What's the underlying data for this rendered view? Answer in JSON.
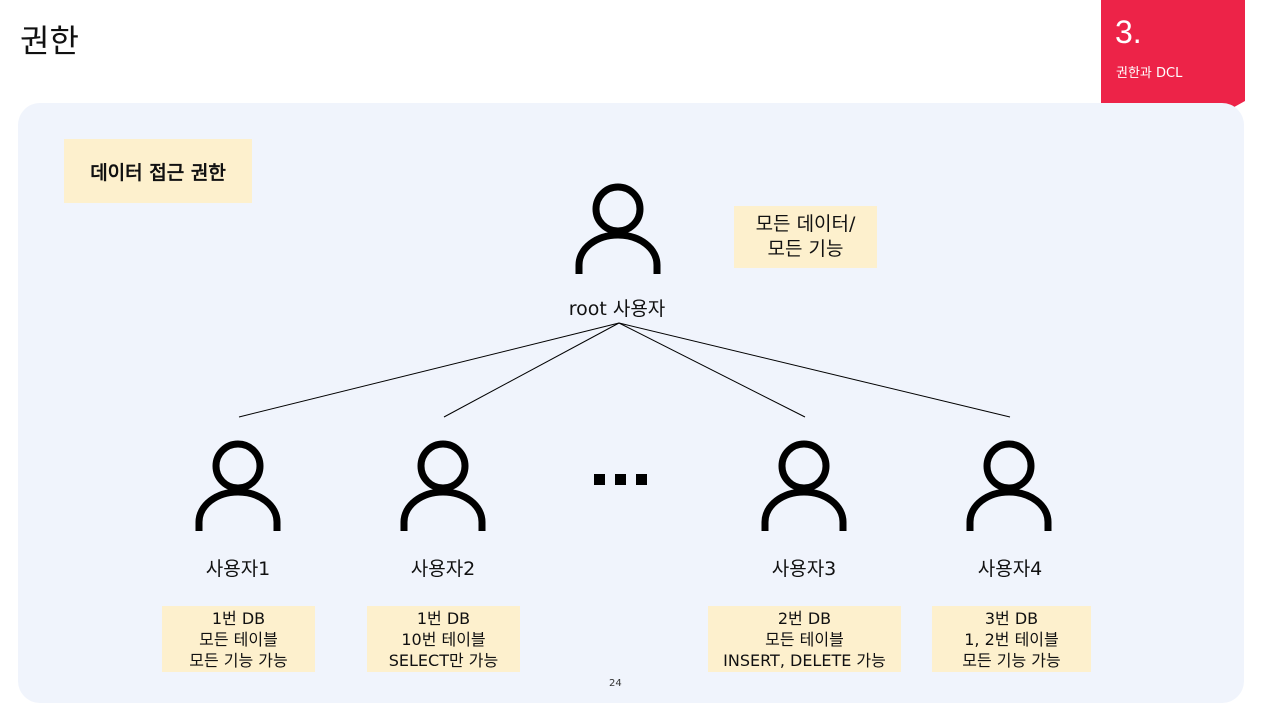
{
  "page": {
    "title": "권한",
    "page_number": "24"
  },
  "corner_badge": {
    "number": "3.",
    "subtitle": "권한과 DCL",
    "color": "#ed2348"
  },
  "section_tag": "데이터 접근 권한",
  "root": {
    "label": "root 사용자",
    "note_line1": "모든 데이터/",
    "note_line2": "모든 기능"
  },
  "ellipsis": "...",
  "users": [
    {
      "label": "사용자1",
      "info": [
        "1번 DB",
        "모든 테이블",
        "모든 기능 가능"
      ]
    },
    {
      "label": "사용자2",
      "info": [
        "1번 DB",
        "10번 테이블",
        "SELECT만 가능"
      ]
    },
    {
      "label": "사용자3",
      "info": [
        "2번 DB",
        "모든 테이블",
        "INSERT, DELETE 가능"
      ]
    },
    {
      "label": "사용자4",
      "info": [
        "3번 DB",
        "1, 2번 테이블",
        "모든 기능 가능"
      ]
    }
  ],
  "colors": {
    "panel_bg": "#f0f4fc",
    "tag_bg": "#fdf0cd",
    "accent": "#ed2348"
  }
}
